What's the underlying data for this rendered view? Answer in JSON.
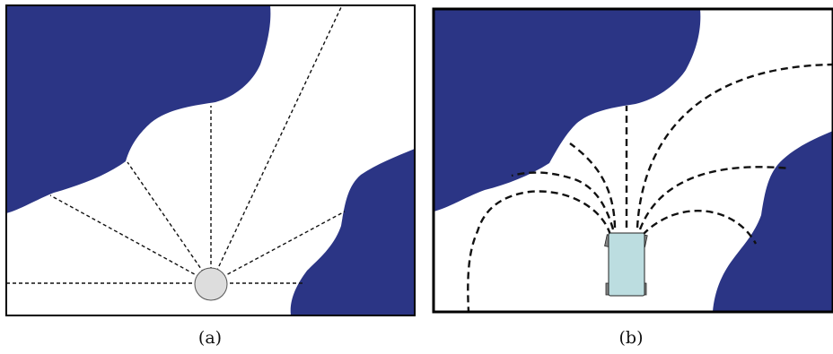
{
  "colors": {
    "obstacle": "#2b3585",
    "ray": "#111111",
    "robot_circle_fill": "#dddddd",
    "robot_car_fill": "#bcdde0",
    "border": "#000000"
  },
  "panels": [
    {
      "label": "(a)",
      "robot": "circle",
      "path_style": "straight"
    },
    {
      "label": "(b)",
      "robot": "car",
      "path_style": "curved"
    }
  ]
}
